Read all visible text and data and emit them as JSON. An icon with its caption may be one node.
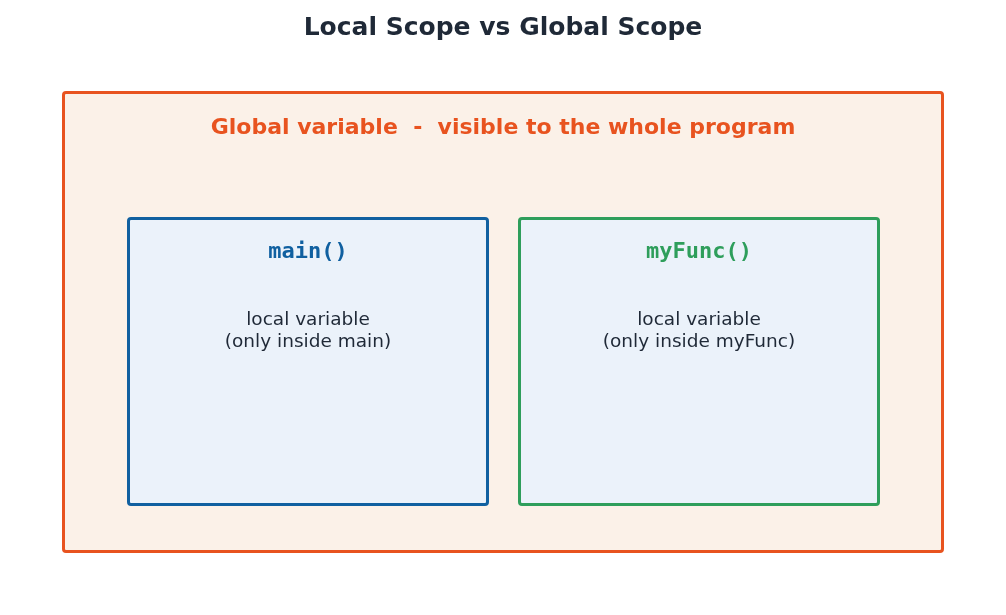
{
  "diagram": {
    "title": "Local Scope vs Global Scope",
    "nodes": [
      {
        "text": [
          "Global variable  -  visible to the whole program"
        ]
      },
      {
        "text": [
          "main()",
          "local variable (only inside main)"
        ],
        "in": 0
      },
      {
        "text": [
          "myFunc()",
          "local variable (only inside myFunc)"
        ],
        "in": 0
      }
    ]
  }
}
